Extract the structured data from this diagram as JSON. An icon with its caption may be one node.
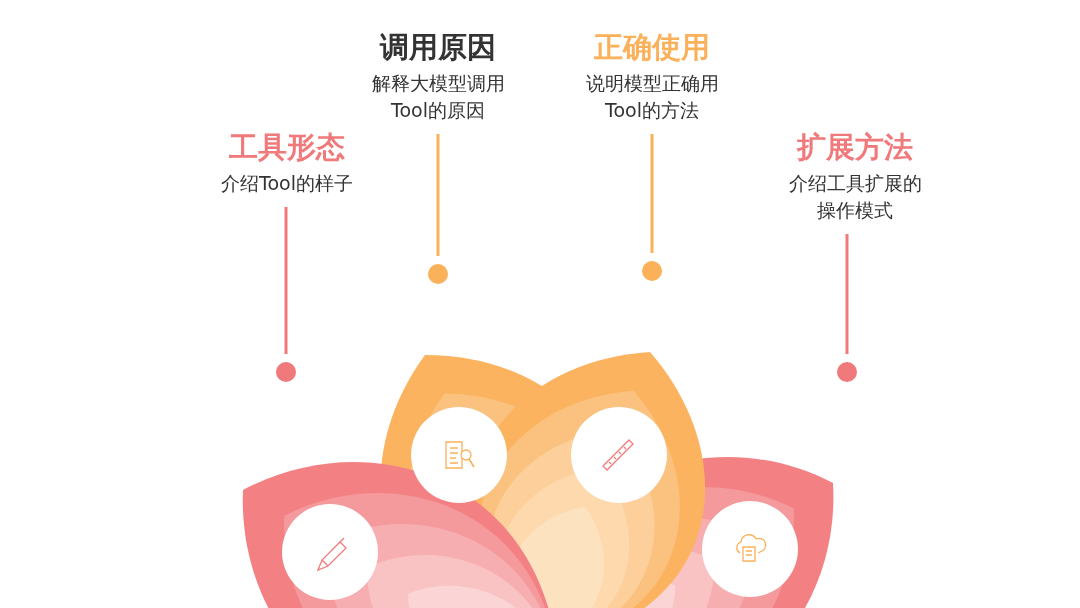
{
  "diagram": {
    "nodes": [
      {
        "text": [
          "工具形态",
          "介绍Tool的样子"
        ]
      },
      {
        "text": [
          "调用原因",
          "解释大模型调用Tool的原因"
        ]
      },
      {
        "text": [
          "正确使用",
          "说明模型正确用Tool的方法"
        ]
      },
      {
        "text": [
          "扩展方法",
          "介绍工具扩展的操作模式"
        ]
      },
      {
        "text": [],
        "shape": "circle"
      },
      {
        "text": [],
        "shape": "circle"
      },
      {
        "text": [],
        "shape": "circle"
      },
      {
        "text": [],
        "shape": "circle"
      }
    ],
    "edges": [
      {
        "from": 0,
        "to": 4,
        "arrow": "none"
      },
      {
        "from": 1,
        "to": 5,
        "arrow": "none"
      },
      {
        "from": 2,
        "to": 6,
        "arrow": "none"
      },
      {
        "from": 3,
        "to": 7,
        "arrow": "none"
      }
    ]
  }
}
